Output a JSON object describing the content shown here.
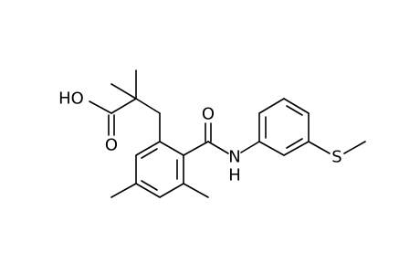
{
  "molecule": {
    "atoms": {
      "hydroxyl": "HO",
      "carbonyl_oxygen_acid": "O",
      "carbonyl_oxygen_amide": "O",
      "amide_nitrogen": "N",
      "amide_hydrogen": "H",
      "sulfur": "S"
    }
  }
}
